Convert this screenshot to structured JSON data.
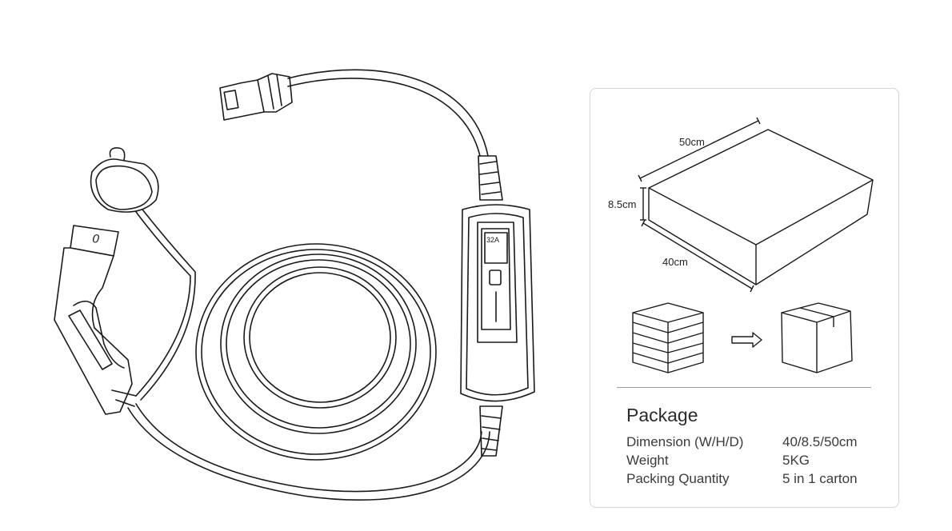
{
  "charger": {
    "connector_label": "0",
    "control_box_current": "32A"
  },
  "package": {
    "dimension_labels": {
      "width": "50cm",
      "height": "8.5cm",
      "depth": "40cm"
    },
    "title": "Package",
    "specs": [
      {
        "label": "Dimension (W/H/D)",
        "value": "40/8.5/50cm"
      },
      {
        "label": "Weight",
        "value": "5KG"
      },
      {
        "label": "Packing Quantity",
        "value": "5 in 1 carton"
      }
    ],
    "icons": [
      "stacked-boxes-icon",
      "arrow-right-icon",
      "carton-icon"
    ]
  }
}
